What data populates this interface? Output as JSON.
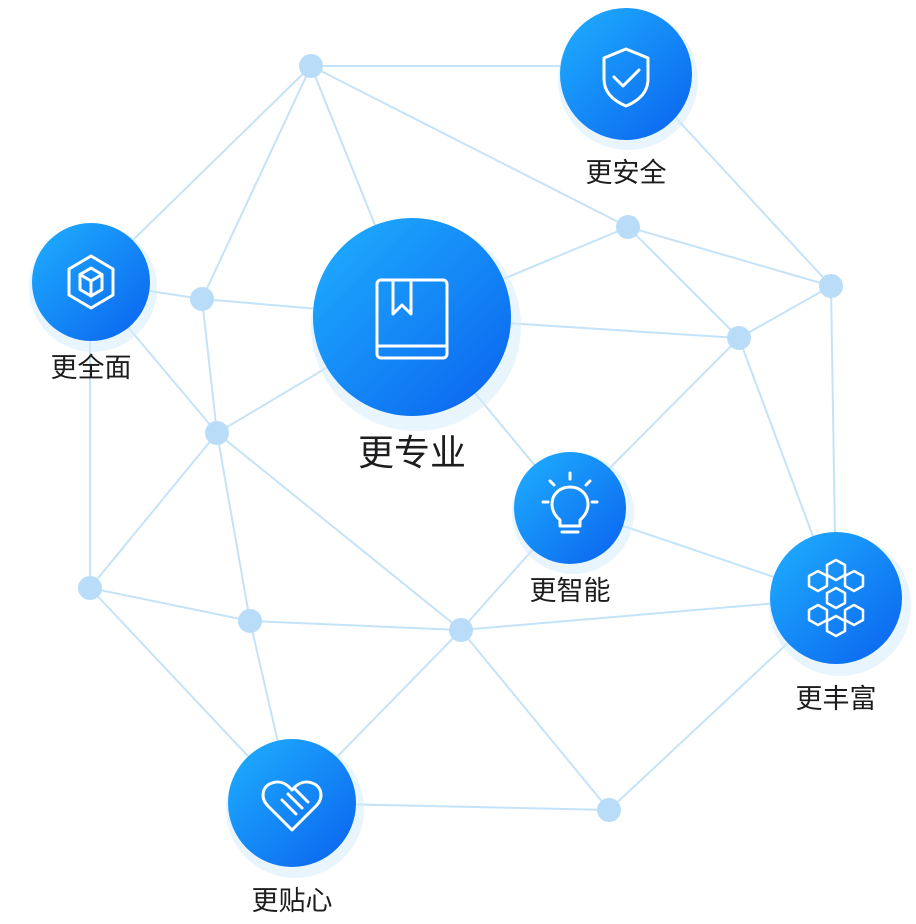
{
  "hubs": [
    {
      "id": "safety",
      "label": "更安全",
      "icon": "shield-check-icon"
    },
    {
      "id": "comprehensive",
      "label": "更全面",
      "icon": "cube-icon"
    },
    {
      "id": "professional",
      "label": "更专业",
      "icon": "book-icon"
    },
    {
      "id": "intelligent",
      "label": "更智能",
      "icon": "lightbulb-icon"
    },
    {
      "id": "rich",
      "label": "更丰富",
      "icon": "hexagon-cluster-icon"
    },
    {
      "id": "caring",
      "label": "更贴心",
      "icon": "heart-hands-icon"
    }
  ],
  "colors": {
    "hub_gradient_start": "#1aa3ff",
    "hub_gradient_end": "#0a66f0",
    "edge": "#bfe0f7",
    "dot": "#b9ddf8",
    "label": "#1d1d1f"
  }
}
